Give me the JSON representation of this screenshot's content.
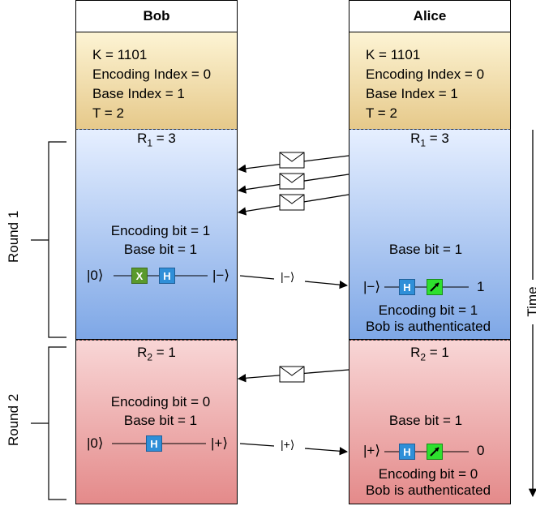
{
  "bob": {
    "header": "Bob",
    "params": [
      "K = 1101",
      "Encoding Index = 0",
      "Base Index = 1",
      "T = 2"
    ],
    "round1": {
      "r_label": "R",
      "r_sub": "1",
      "r_value": " = 3",
      "encoding_bit": "Encoding bit = 1",
      "base_bit": "Base bit = 1",
      "input_state": "|0⟩",
      "gates": [
        "X",
        "H"
      ],
      "output_state": "|−⟩"
    },
    "round2": {
      "r_label": "R",
      "r_sub": "2",
      "r_value": " = 1",
      "encoding_bit": "Encoding bit = 0",
      "base_bit": "Base bit = 1",
      "input_state": "|0⟩",
      "gates": [
        "H"
      ],
      "output_state": "|+⟩"
    }
  },
  "alice": {
    "header": "Alice",
    "params": [
      "K = 1101",
      "Encoding Index = 0",
      "Base Index = 1",
      "T = 2"
    ],
    "round1": {
      "r_label": "R",
      "r_sub": "1",
      "r_value": " = 3",
      "base_bit": "Base bit = 1",
      "input_state": "|−⟩",
      "gate": "H",
      "measurement": "1",
      "encoding_bit": "Encoding bit = 1",
      "auth": "Bob is authenticated"
    },
    "round2": {
      "r_label": "R",
      "r_sub": "2",
      "r_value": " = 1",
      "base_bit": "Base bit = 1",
      "input_state": "|+⟩",
      "gate": "H",
      "measurement": "0",
      "encoding_bit": "Encoding bit = 0",
      "auth": "Bob is authenticated"
    }
  },
  "messages": {
    "round1_qubit": "|−⟩",
    "round2_qubit": "|+⟩",
    "round1_envelopes": 3,
    "round2_envelopes": 1
  },
  "labels": {
    "round1": "Round 1",
    "round2": "Round 2",
    "time": "Time"
  }
}
